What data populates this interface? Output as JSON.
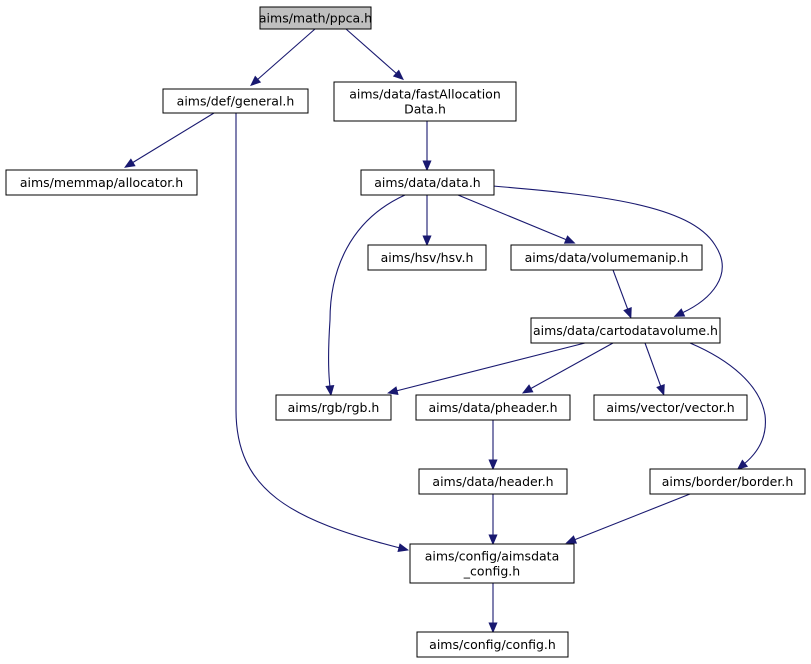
{
  "diagram": {
    "type": "include-dependency-graph",
    "colors": {
      "edge": "#191970",
      "root_fill": "#bfbfbf",
      "node_fill": "#ffffff",
      "node_border": "#000000"
    },
    "nodes": [
      {
        "id": "ppca",
        "lines": [
          "aims/math/ppca.h"
        ],
        "root": true
      },
      {
        "id": "general",
        "lines": [
          "aims/def/general.h"
        ]
      },
      {
        "id": "fastalloc",
        "lines": [
          "aims/data/fastAllocation",
          "Data.h"
        ]
      },
      {
        "id": "allocator",
        "lines": [
          "aims/memmap/allocator.h"
        ]
      },
      {
        "id": "data",
        "lines": [
          "aims/data/data.h"
        ]
      },
      {
        "id": "hsv",
        "lines": [
          "aims/hsv/hsv.h"
        ]
      },
      {
        "id": "volumemanip",
        "lines": [
          "aims/data/volumemanip.h"
        ]
      },
      {
        "id": "cartodatavolume",
        "lines": [
          "aims/data/cartodatavolume.h"
        ]
      },
      {
        "id": "rgb",
        "lines": [
          "aims/rgb/rgb.h"
        ]
      },
      {
        "id": "pheader",
        "lines": [
          "aims/data/pheader.h"
        ]
      },
      {
        "id": "vector",
        "lines": [
          "aims/vector/vector.h"
        ]
      },
      {
        "id": "header",
        "lines": [
          "aims/data/header.h"
        ]
      },
      {
        "id": "border",
        "lines": [
          "aims/border/border.h"
        ]
      },
      {
        "id": "aimsdata_config",
        "lines": [
          "aims/config/aimsdata",
          "_config.h"
        ]
      },
      {
        "id": "config",
        "lines": [
          "aims/config/config.h"
        ]
      }
    ],
    "edges": [
      {
        "from": "ppca",
        "to": "general"
      },
      {
        "from": "ppca",
        "to": "fastalloc"
      },
      {
        "from": "general",
        "to": "allocator"
      },
      {
        "from": "general",
        "to": "aimsdata_config"
      },
      {
        "from": "fastalloc",
        "to": "data"
      },
      {
        "from": "data",
        "to": "hsv"
      },
      {
        "from": "data",
        "to": "volumemanip"
      },
      {
        "from": "data",
        "to": "cartodatavolume"
      },
      {
        "from": "data",
        "to": "rgb"
      },
      {
        "from": "volumemanip",
        "to": "cartodatavolume"
      },
      {
        "from": "cartodatavolume",
        "to": "rgb"
      },
      {
        "from": "cartodatavolume",
        "to": "pheader"
      },
      {
        "from": "cartodatavolume",
        "to": "vector"
      },
      {
        "from": "cartodatavolume",
        "to": "border"
      },
      {
        "from": "pheader",
        "to": "header"
      },
      {
        "from": "header",
        "to": "aimsdata_config"
      },
      {
        "from": "border",
        "to": "aimsdata_config"
      },
      {
        "from": "aimsdata_config",
        "to": "config"
      }
    ]
  }
}
